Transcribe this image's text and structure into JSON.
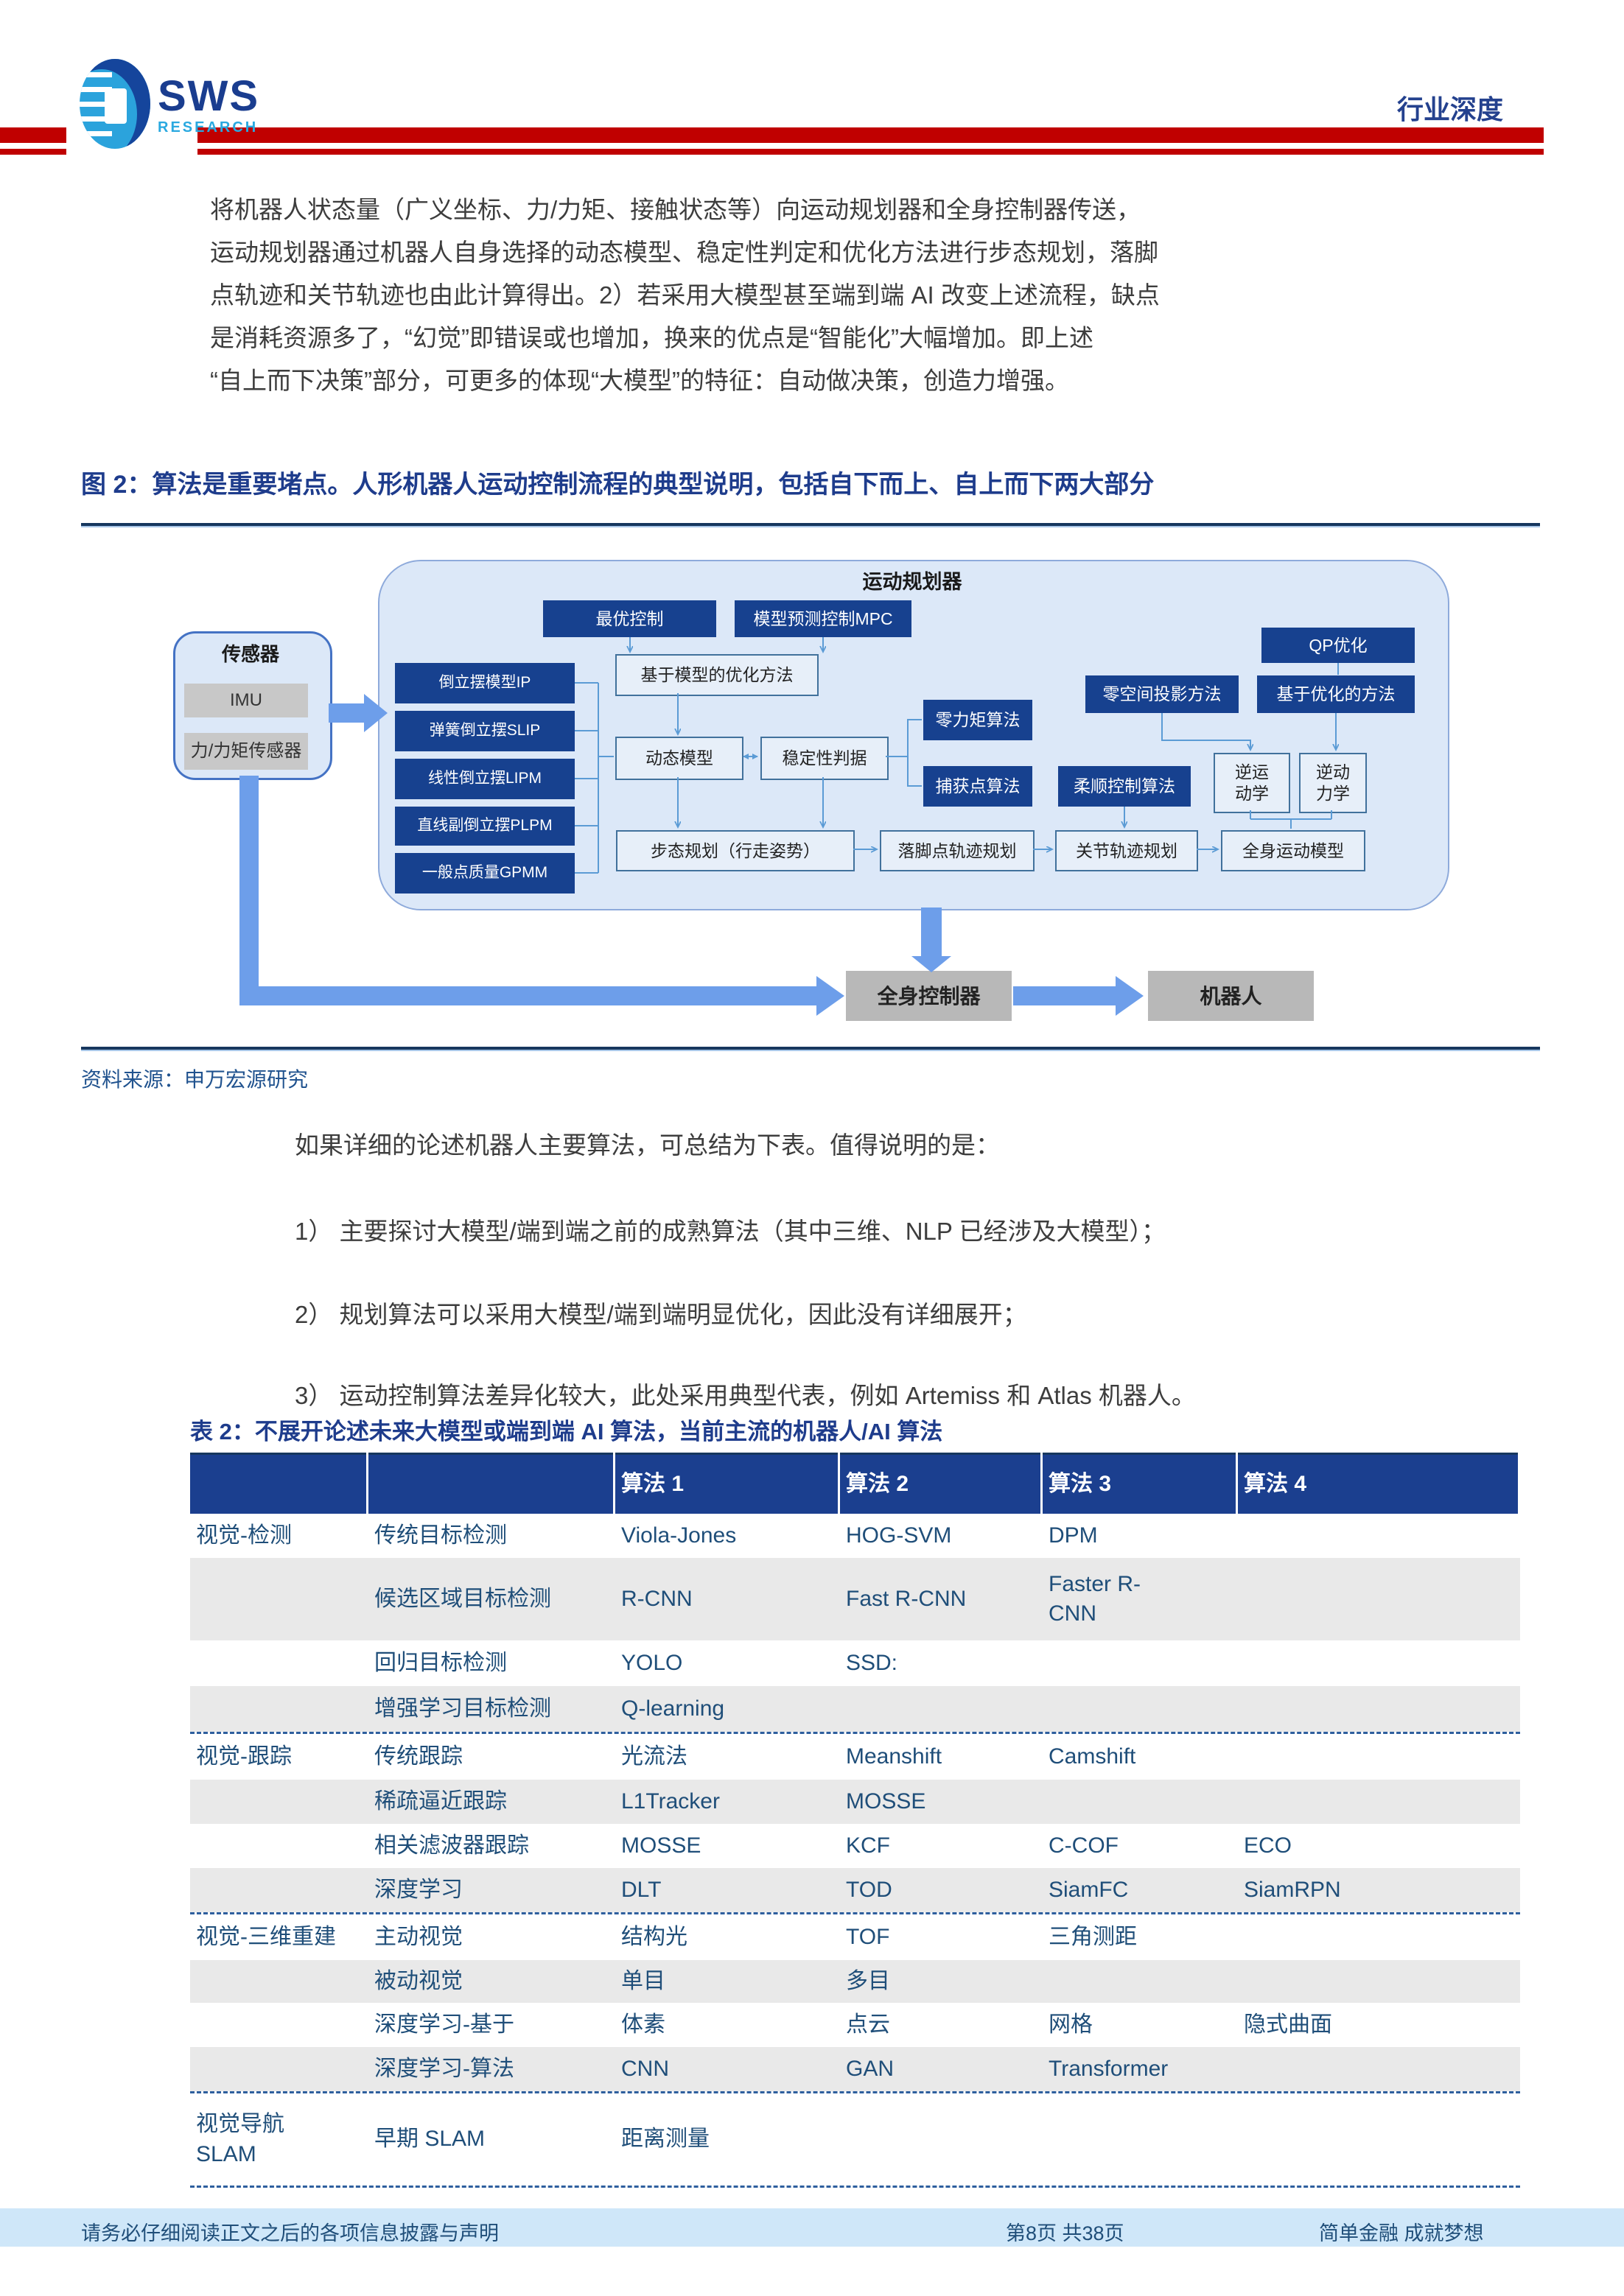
{
  "header": {
    "logo_text": "SWS",
    "logo_sub": "RESEARCH",
    "report_type": "行业深度"
  },
  "body": {
    "p1": [
      "将机器人状态量（广义坐标、力/力矩、接触状态等）向运动规划器和全身控制器传送，",
      "运动规划器通过机器人自身选择的动态模型、稳定性判定和优化方法进行步态规划，落脚",
      "点轨迹和关节轨迹也由此计算得出。2）若采用大模型甚至端到端 AI 改变上述流程，缺点",
      "是消耗资源多了，“幻觉”即错误或也增加，换来的优点是“智能化”大幅增加。即上述",
      "“自上而下决策”部分，可更多的体现“大模型”的特征：自动做决策，创造力增强。"
    ],
    "intro": "如果详细的论述机器人主要算法，可总结为下表。值得说明的是：",
    "list": [
      "1） 主要探讨大模型/端到端之前的成熟算法（其中三维、NLP 已经涉及大模型）；",
      "2） 规划算法可以采用大模型/端到端明显优化，因此没有详细展开；",
      "3） 运动控制算法差异化较大，此处采用典型代表，例如 Artemiss 和 Atlas 机器人。"
    ]
  },
  "figure": {
    "caption": "图 2：算法是重要堵点。人形机器人运动控制流程的典型说明，包括自下而上、自上而下两大部分",
    "source": "资料来源：申万宏源研究",
    "nodes": {
      "planner_title": "运动规划器",
      "sensor_title": "传感器",
      "imu": "IMU",
      "force_sensor": "力/力矩传感器",
      "optimal_control": "最优控制",
      "mpc": "模型预测控制MPC",
      "qp": "QP优化",
      "null_space": "零空间投影方法",
      "opt_method": "基于优化的方法",
      "ip": "倒立摆模型IP",
      "slip": "弹簧倒立摆SLIP",
      "lipm": "线性倒立摆LIPM",
      "plpm": "直线副倒立摆PLPM",
      "gpmm": "一般点质量GPMM",
      "zmp": "零力矩算法",
      "capture_point": "捕获点算法",
      "compliance": "柔顺控制算法",
      "model_opt": "基于模型的优化方法",
      "dynamic_model": "动态模型",
      "stability": "稳定性判据",
      "ik": "逆运\n动学",
      "idk": "逆动\n力学",
      "gait": "步态规划（行走姿势）",
      "foothold": "落脚点轨迹规划",
      "joint_traj": "关节轨迹规划",
      "whole_body_model": "全身运动模型",
      "wbc": "全身控制器",
      "robot": "机器人"
    }
  },
  "table": {
    "caption": "表 2：不展开论述未来大模型或端到端 AI 算法，当前主流的机器人/AI 算法",
    "headers": [
      "",
      "",
      "算法 1",
      "算法 2",
      "算法 3",
      "算法 4"
    ],
    "rows": [
      {
        "cells": [
          "视觉-检测",
          "传统目标检测",
          "Viola-Jones",
          "HOG-SVM",
          "DPM",
          ""
        ],
        "shade": false,
        "dashed": false,
        "h": 60
      },
      {
        "cells": [
          "",
          "候选区域目标检测",
          "R-CNN",
          "Fast R-CNN",
          "Faster R-\nCNN",
          ""
        ],
        "shade": true,
        "dashed": false,
        "h": 112
      },
      {
        "cells": [
          "",
          "回归目标检测",
          "YOLO",
          "SSD:",
          "",
          ""
        ],
        "shade": false,
        "dashed": false,
        "h": 62
      },
      {
        "cells": [
          "",
          "增强学习目标检测",
          "Q-learning",
          "",
          "",
          ""
        ],
        "shade": true,
        "dashed": false,
        "h": 62
      },
      {
        "cells": [
          "视觉-跟踪",
          "传统跟踪",
          "光流法",
          "Meanshift",
          "Camshift",
          ""
        ],
        "shade": false,
        "dashed": true,
        "h": 62
      },
      {
        "cells": [
          "",
          "稀疏逼近跟踪",
          "L1Tracker",
          "MOSSE",
          "",
          ""
        ],
        "shade": true,
        "dashed": false,
        "h": 60
      },
      {
        "cells": [
          "",
          "相关滤波器跟踪",
          "MOSSE",
          "KCF",
          "C-COF",
          "ECO"
        ],
        "shade": false,
        "dashed": false,
        "h": 60
      },
      {
        "cells": [
          "",
          "深度学习",
          "DLT",
          "TOD",
          "SiamFC",
          "SiamRPN"
        ],
        "shade": true,
        "dashed": false,
        "h": 60
      },
      {
        "cells": [
          "视觉-三维重建",
          "主动视觉",
          "结构光",
          "TOF",
          "三角测距",
          ""
        ],
        "shade": false,
        "dashed": true,
        "h": 62
      },
      {
        "cells": [
          "",
          "被动视觉",
          "单目",
          "多目",
          "",
          ""
        ],
        "shade": true,
        "dashed": false,
        "h": 58
      },
      {
        "cells": [
          "",
          "深度学习-基于",
          "体素",
          "点云",
          "网格",
          "隐式曲面"
        ],
        "shade": false,
        "dashed": false,
        "h": 60
      },
      {
        "cells": [
          "",
          "深度学习-算法",
          "CNN",
          "GAN",
          "Transformer",
          ""
        ],
        "shade": true,
        "dashed": false,
        "h": 60
      },
      {
        "cells": [
          "视觉导航\nSLAM",
          "早期 SLAM",
          "距离测量",
          "",
          "",
          ""
        ],
        "shade": false,
        "dashed": true,
        "h": 125
      }
    ]
  },
  "footer": {
    "disclaimer": "请务必仔细阅读正文之后的各项信息披露与声明",
    "page_info": "第8页 共38页",
    "slogan": "简单金融 成就梦想"
  },
  "colors": {
    "accent_red": "#c00000",
    "dark_navy_box": "#17418f",
    "table_header": "#1b3f8f",
    "table_text": "#1f4e79",
    "footer_bg": "#cfe7f9"
  }
}
